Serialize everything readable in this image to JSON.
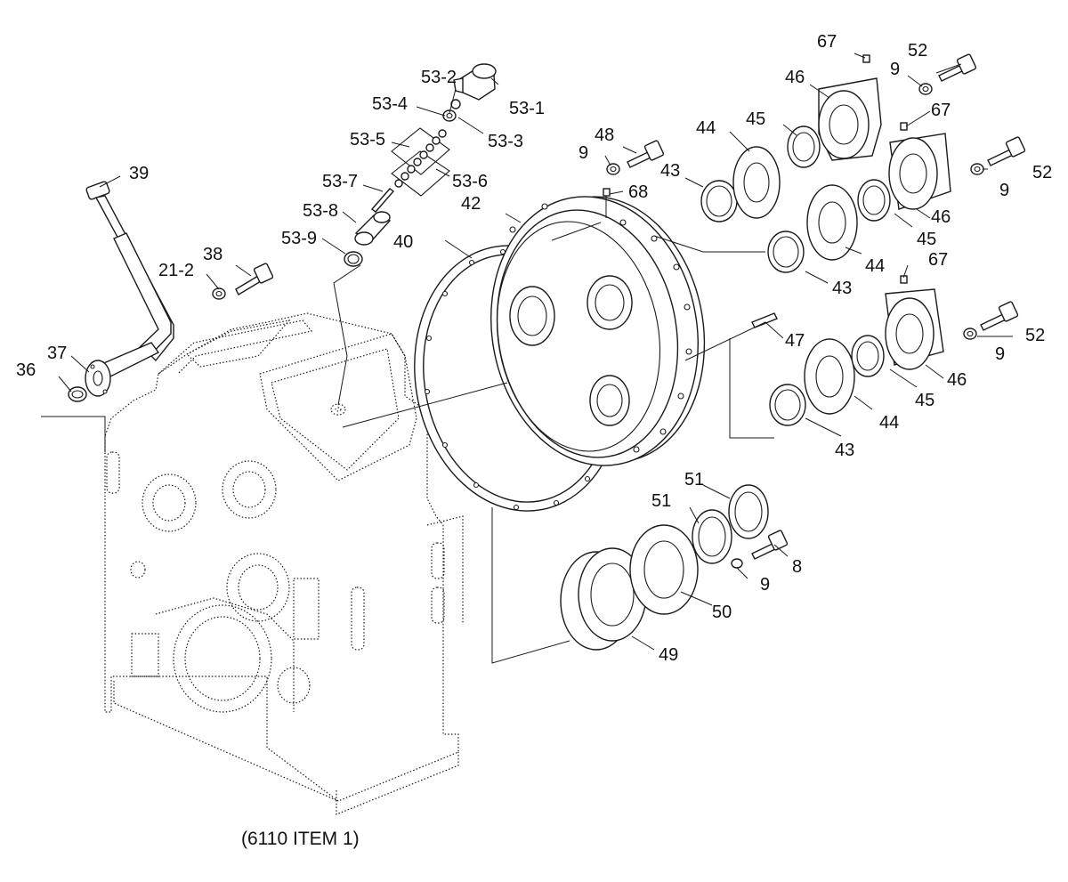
{
  "diagram": {
    "caption": "(6110 ITEM 1)",
    "callouts": {
      "c67a": "67",
      "c52a": "52",
      "c9a": "9",
      "c46a": "46",
      "c67b": "67",
      "c53_2": "53-2",
      "c53_1": "53-1",
      "c53_4": "53-4",
      "c53_3": "53-3",
      "c53_5": "53-5",
      "c53_6": "53-6",
      "c53_7": "53-7",
      "c53_8": "53-8",
      "c53_9": "53-9",
      "c39": "39",
      "c48": "48",
      "c9b": "9",
      "c44a": "44",
      "c45a": "45",
      "c9c": "9",
      "c52b": "52",
      "c43a": "43",
      "c68": "68",
      "c42": "42",
      "c46b": "46",
      "c45b": "45",
      "c40": "40",
      "c38": "38",
      "c21_2": "21-2",
      "c44b": "44",
      "c43b": "43",
      "c67c": "67",
      "c52c": "52",
      "c9d": "9",
      "c47": "47",
      "c37": "37",
      "c36": "36",
      "c46c": "46",
      "c45c": "45",
      "c44c": "44",
      "c43c": "43",
      "c51a": "51",
      "c51b": "51",
      "c8": "8",
      "c9e": "9",
      "c50": "50",
      "c49": "49"
    }
  }
}
